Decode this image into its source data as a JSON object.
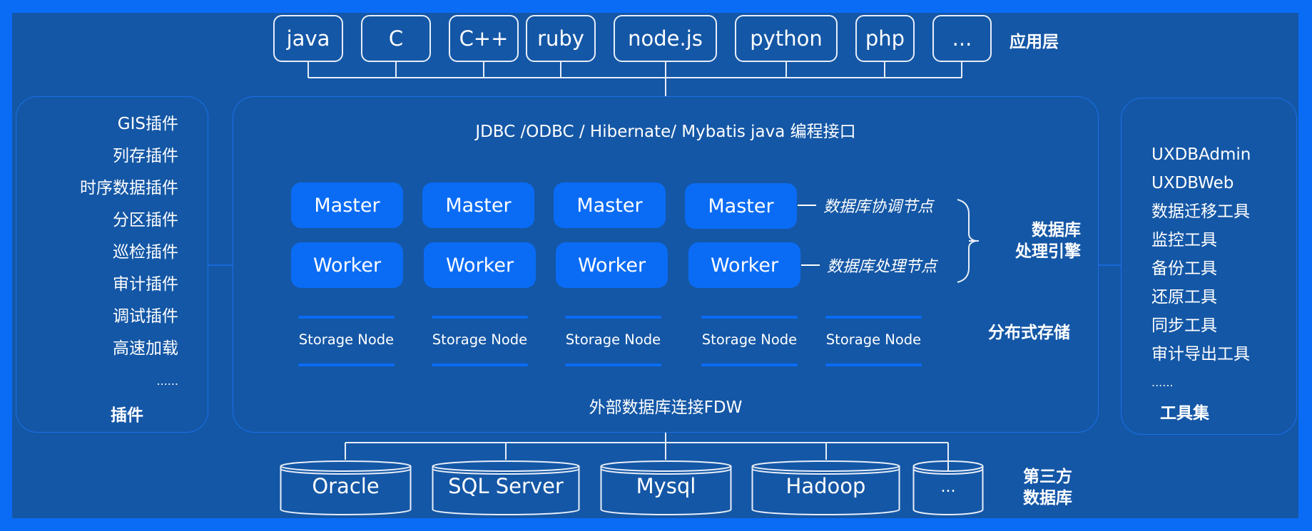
{
  "application_layer": {
    "label": "应用层",
    "languages": [
      "java",
      "C",
      "C++",
      "ruby",
      "node.js",
      "python",
      "php",
      "..."
    ]
  },
  "plugins": {
    "title": "插件",
    "items": [
      "GIS插件",
      "列存插件",
      "时序数据插件",
      "分区插件",
      "巡检插件",
      "审计插件",
      "调试插件",
      "高速加载",
      "......"
    ]
  },
  "core": {
    "interface_label": "JDBC /ODBC / Hibernate/ Mybatis java 编程接口",
    "masters": [
      "Master",
      "Master",
      "Master",
      "Master"
    ],
    "workers": [
      "Worker",
      "Worker",
      "Worker",
      "Worker"
    ],
    "master_role": "数据库协调节点",
    "worker_role": "数据库处理节点",
    "engine_label_line1": "数据库",
    "engine_label_line2": "处理引擎",
    "storage_nodes": [
      "Storage Node",
      "Storage Node",
      "Storage Node",
      "Storage Node",
      "Storage Node"
    ],
    "storage_label": "分布式存储",
    "fdw_label": "外部数据库连接FDW"
  },
  "tools": {
    "title": "工具集",
    "items": [
      "UXDBAdmin",
      "UXDBWeb",
      "数据迁移工具",
      "监控工具",
      "备份工具",
      "还原工具",
      "同步工具",
      "审计导出工具",
      "......"
    ]
  },
  "third_party": {
    "label_line1": "第三方",
    "label_line2": "数据库",
    "databases": [
      "Oracle",
      "SQL Server",
      "Mysql",
      "Hadoop",
      "..."
    ]
  },
  "colors": {
    "frame": "#0a6cf5",
    "background": "#1457a6",
    "node_fill": "#0a6cf5",
    "panel_border": "#1a6fe8",
    "line": "#e8eef8"
  }
}
